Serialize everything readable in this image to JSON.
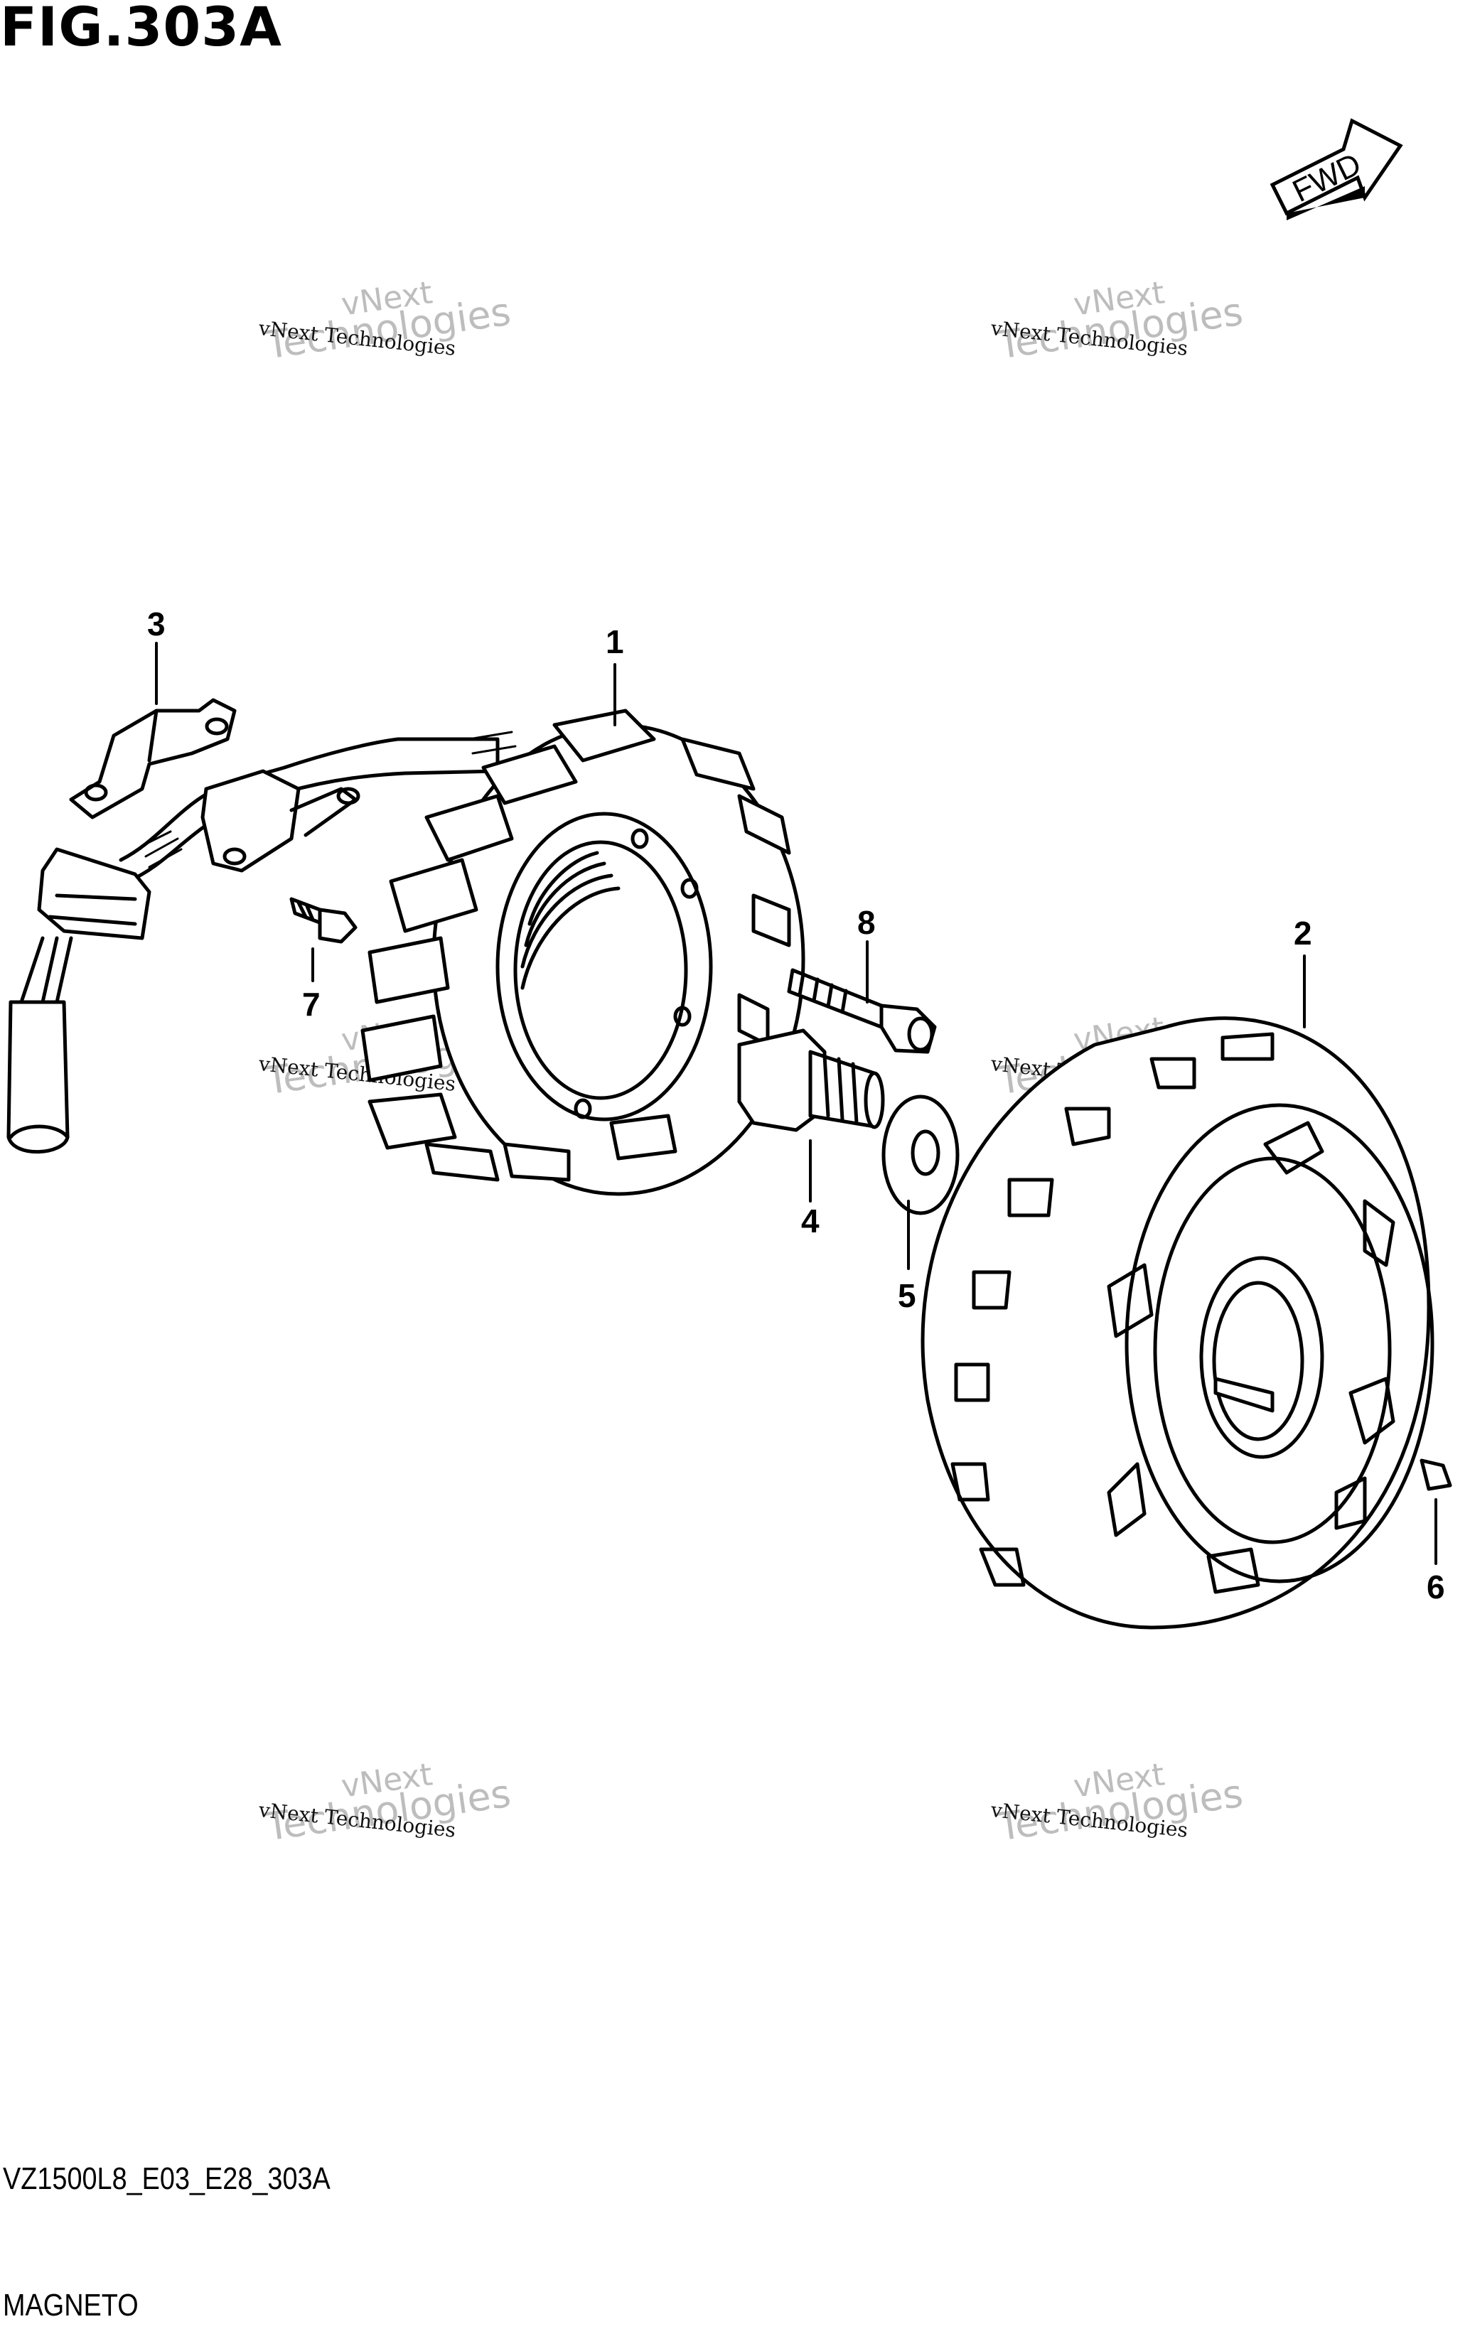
{
  "figure": {
    "title": "FIG.303A",
    "code": "VZ1500L8_E03_E28_303A",
    "name": "MAGNETO",
    "fwd_label": "FWD",
    "fwd_icon": "fwd-arrow-icon"
  },
  "watermark": {
    "small": "vNext Technologies",
    "big_line1": "vNext",
    "big_line2": "Technologies"
  },
  "callouts": [
    {
      "id": "1",
      "part": "stator"
    },
    {
      "id": "2",
      "part": "rotor"
    },
    {
      "id": "3",
      "part": "wire-clamp"
    },
    {
      "id": "4",
      "part": "bolt"
    },
    {
      "id": "5",
      "part": "washer"
    },
    {
      "id": "6",
      "part": "key"
    },
    {
      "id": "7",
      "part": "screw"
    },
    {
      "id": "8",
      "part": "bolt"
    }
  ],
  "colors": {
    "line": "#000000",
    "watermark": "#bdbdbd"
  }
}
